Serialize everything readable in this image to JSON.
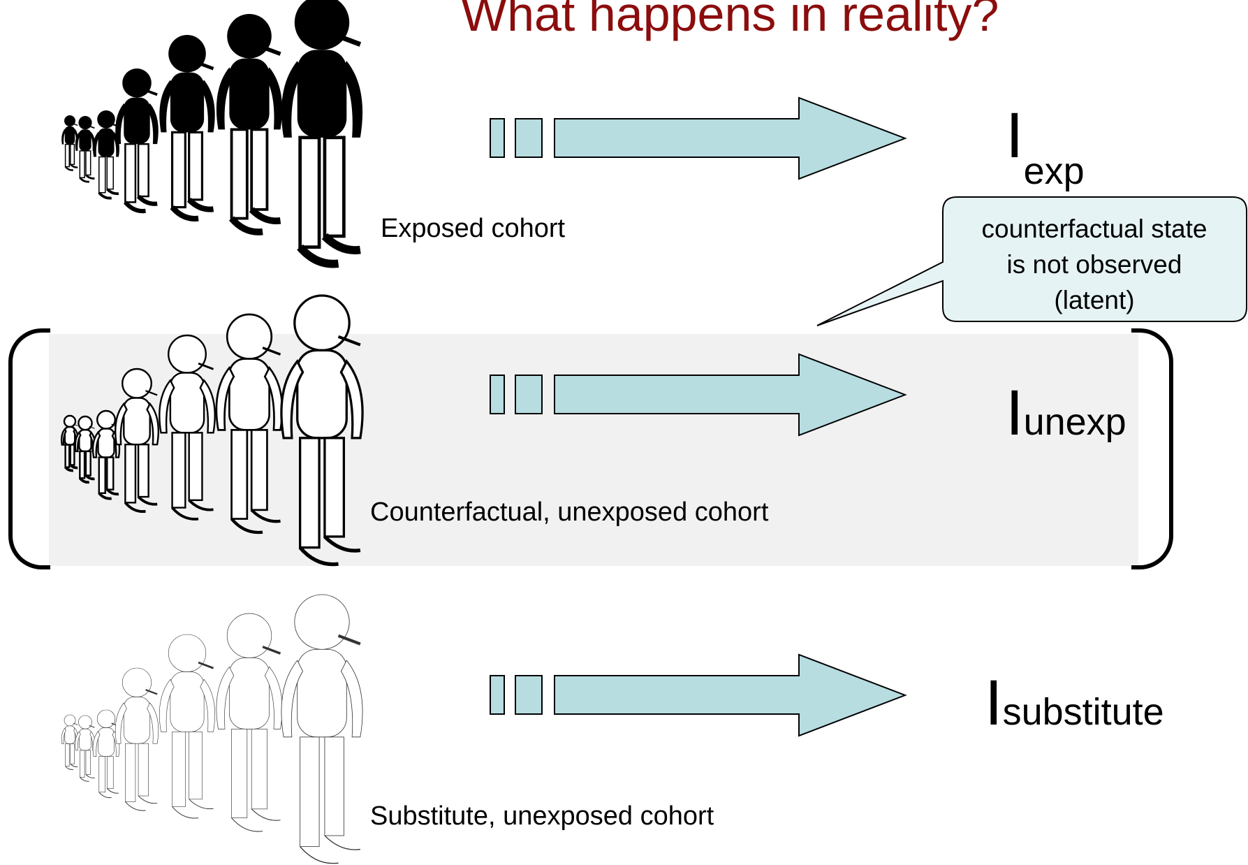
{
  "title": "What happens in reality?",
  "colors": {
    "title": "#8b0d0d",
    "arrow_fill": "#b7dde1",
    "callout_fill": "#e6f3f4",
    "band_fill": "#f1f1f1"
  },
  "rows": [
    {
      "cohort_label": "Exposed cohort",
      "outcome_main": "I",
      "outcome_sub": "exp",
      "figure_style": "filled-black-people-icon"
    },
    {
      "cohort_label": "Counterfactual, unexposed cohort",
      "outcome_main": "I",
      "outcome_sub": "unexp",
      "figure_style": "thick-outline-people-icon"
    },
    {
      "cohort_label": "Substitute, unexposed cohort",
      "outcome_main": "I",
      "outcome_sub": "substitute",
      "figure_style": "thin-outline-people-icon"
    }
  ],
  "callout": {
    "line1": "counterfactual state",
    "line2": "is not observed",
    "line3": "(latent)"
  }
}
